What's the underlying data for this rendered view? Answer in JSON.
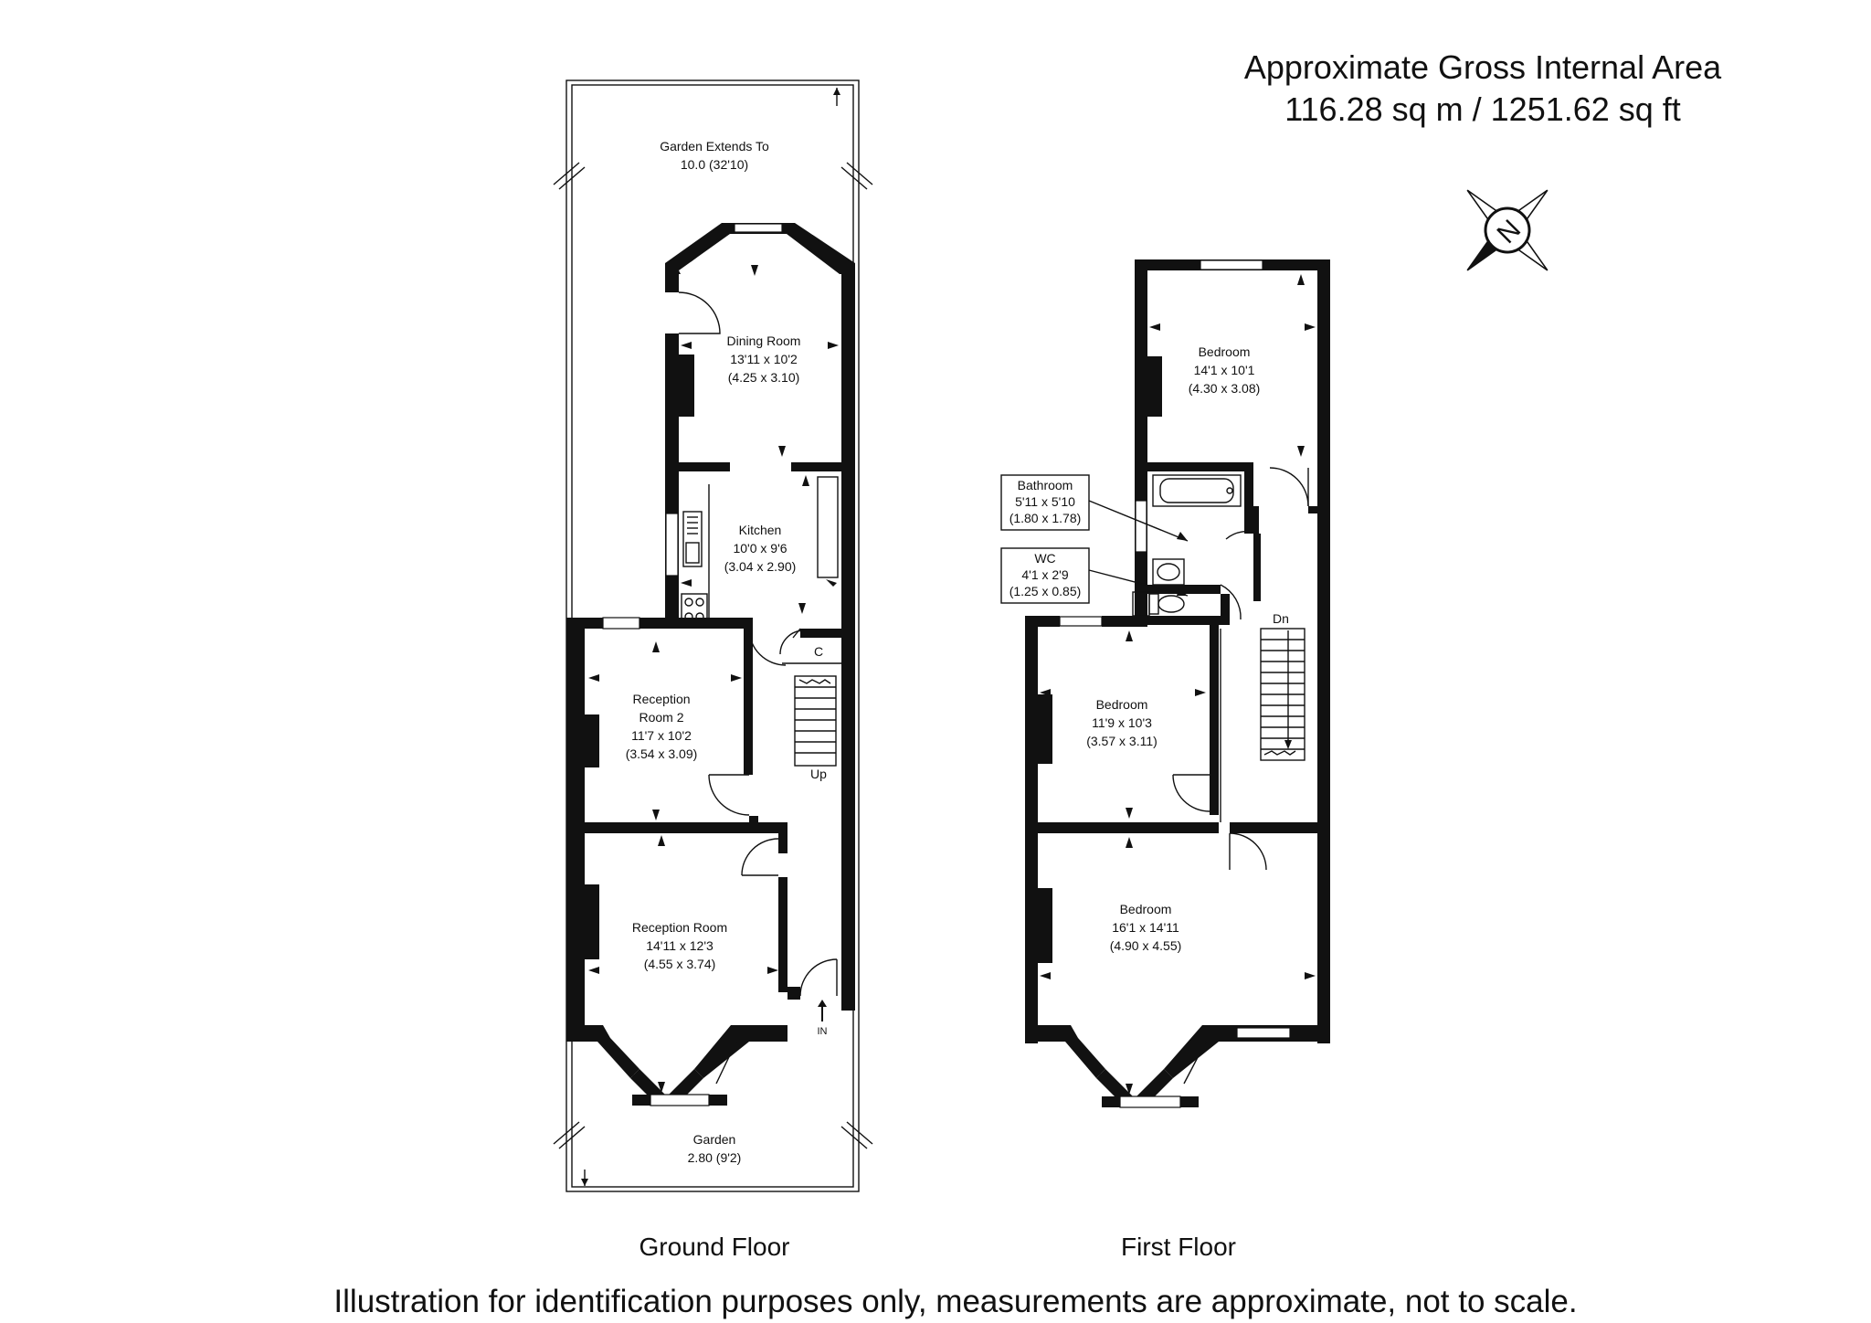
{
  "header": {
    "line1": "Approximate Gross Internal Area",
    "line2": "116.28 sq m / 1251.62 sq ft"
  },
  "compass": {
    "label": "N",
    "icon": "compass-north-icon"
  },
  "ground_floor": {
    "label": "Ground Floor",
    "rear_garden": {
      "name": "Garden Extends To",
      "size": "10.0 (32'10)"
    },
    "dining_room": {
      "name": "Dining Room",
      "imperial": "13'11 x 10'2",
      "metric": "(4.25 x 3.10)"
    },
    "kitchen": {
      "name": "Kitchen",
      "imperial": "10'0 x 9'6",
      "metric": "(3.04 x 2.90)"
    },
    "cupboard": {
      "label": "C"
    },
    "reception_room_2": {
      "name_line1": "Reception",
      "name_line2": "Room 2",
      "imperial": "11'7 x 10'2",
      "metric": "(3.54 x 3.09)"
    },
    "stairs_up": {
      "label": "Up"
    },
    "reception_room": {
      "name": "Reception Room",
      "imperial": "14'11 x 12'3",
      "metric": "(4.55 x 3.74)"
    },
    "entrance": {
      "label": "IN"
    },
    "front_garden": {
      "name": "Garden",
      "size": "2.80 (9'2)"
    }
  },
  "first_floor": {
    "label": "First Floor",
    "bedroom_rear": {
      "name": "Bedroom",
      "imperial": "14'1 x 10'1",
      "metric": "(4.30 x 3.08)"
    },
    "bathroom": {
      "name": "Bathroom",
      "imperial": "5'11 x 5'10",
      "metric": "(1.80 x 1.78)"
    },
    "wc": {
      "name": "WC",
      "imperial": "4'1 x 2'9",
      "metric": "(1.25 x 0.85)"
    },
    "stairs_down": {
      "label": "Dn"
    },
    "bedroom_middle": {
      "name": "Bedroom",
      "imperial": "11'9 x 10'3",
      "metric": "(3.57 x 3.11)"
    },
    "bedroom_front": {
      "name": "Bedroom",
      "imperial": "16'1 x 14'11",
      "metric": "(4.90 x 4.55)"
    }
  },
  "footer": {
    "disclaimer": "Illustration for identification purposes only, measurements are approximate, not to scale."
  }
}
